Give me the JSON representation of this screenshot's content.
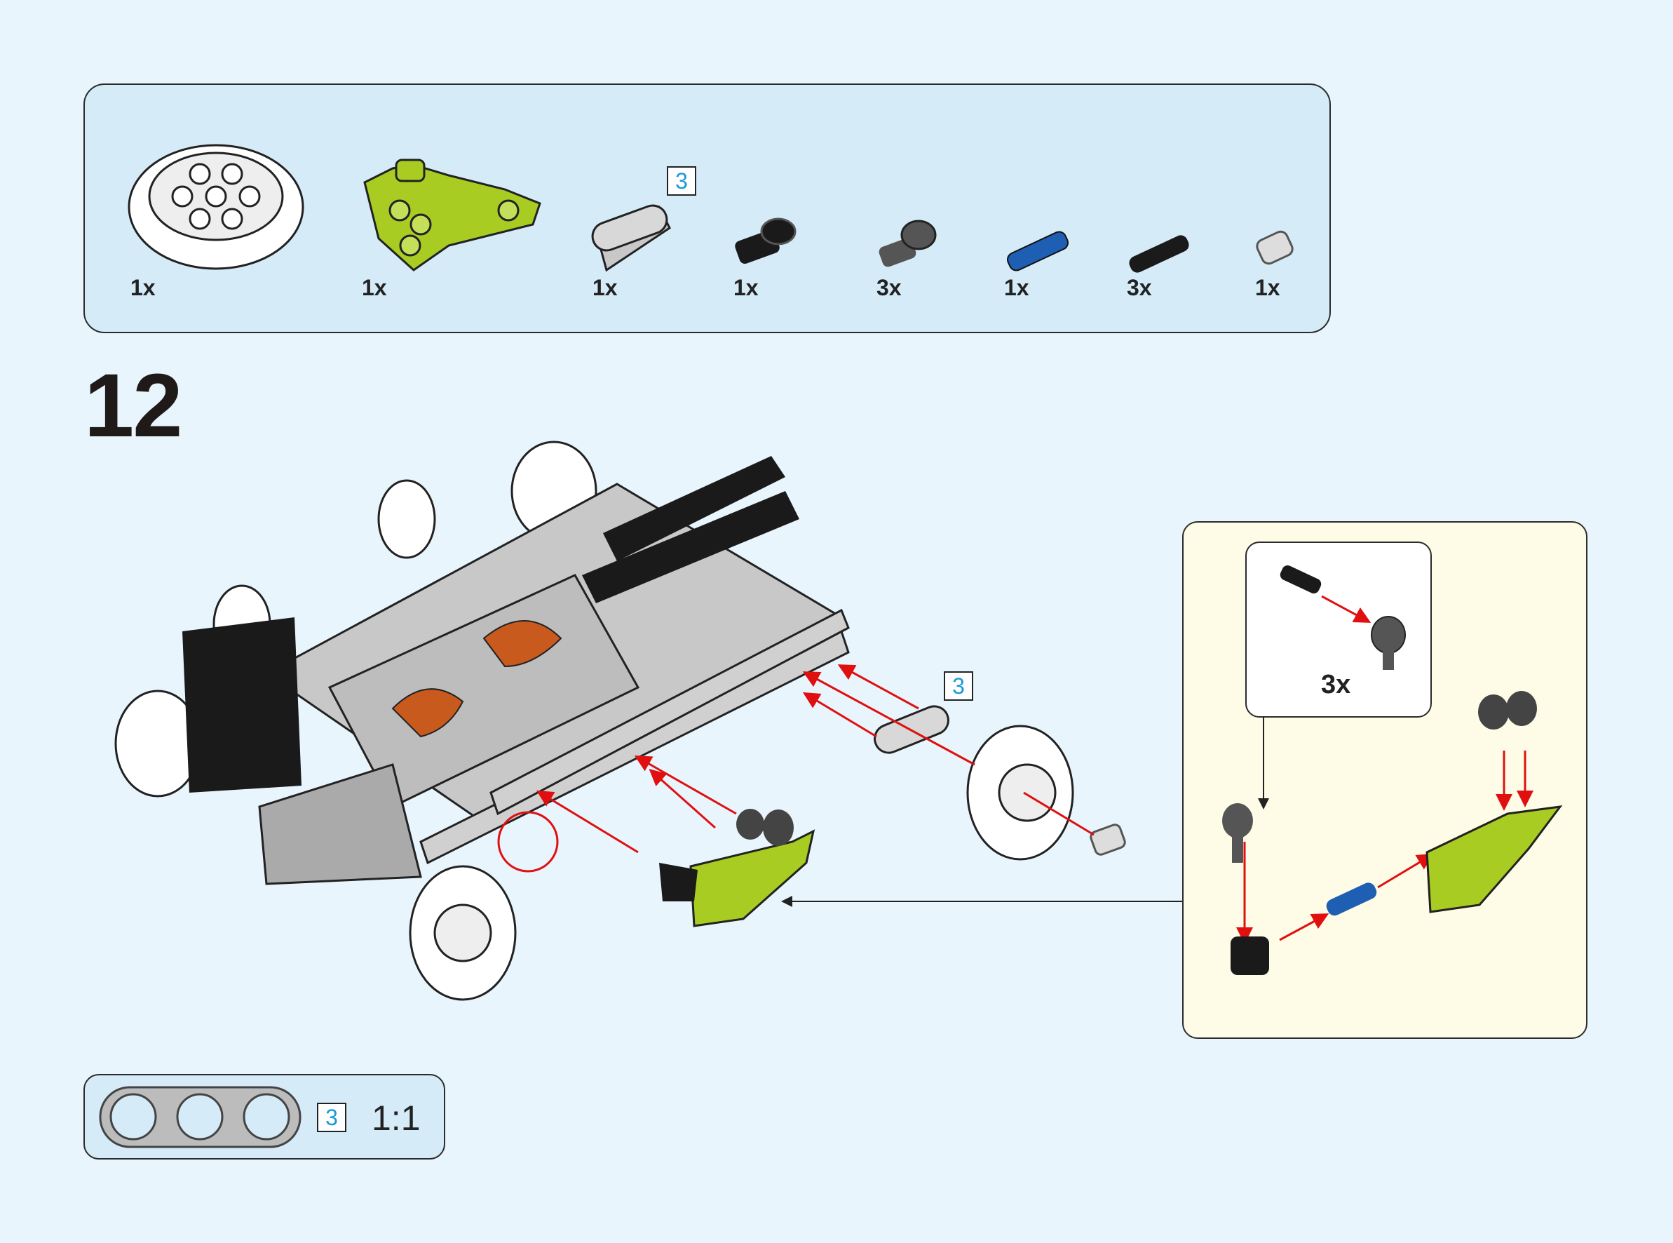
{
  "step": {
    "number": "12"
  },
  "parts_list": {
    "items": [
      {
        "name": "wheel",
        "qty": "1x",
        "color": "#ffffff"
      },
      {
        "name": "lime-panel",
        "qty": "1x",
        "color": "#a8cc22"
      },
      {
        "name": "beam-3",
        "qty": "1x",
        "length_label": "3",
        "color": "#c8c8c8"
      },
      {
        "name": "black-pin-connector",
        "qty": "1x",
        "color": "#1a1a1a"
      },
      {
        "name": "gray-pin-connector",
        "qty": "3x",
        "color": "#555555"
      },
      {
        "name": "blue-axle-pin",
        "qty": "1x",
        "color": "#1e5fb4"
      },
      {
        "name": "black-friction-pin",
        "qty": "3x",
        "color": "#1a1a1a"
      },
      {
        "name": "bush",
        "qty": "1x",
        "color": "#d8d8d8"
      }
    ]
  },
  "main_illustration": {
    "beam_label": "3"
  },
  "callout": {
    "sub_qty": "3x"
  },
  "ruler": {
    "beam_length": "3",
    "scale": "1:1"
  },
  "colors": {
    "background": "#e8f5fd",
    "panel": "#d5ebf8",
    "callout": "#fefce6",
    "arrow": "#e01010",
    "accent_number": "#1a9ad6"
  }
}
